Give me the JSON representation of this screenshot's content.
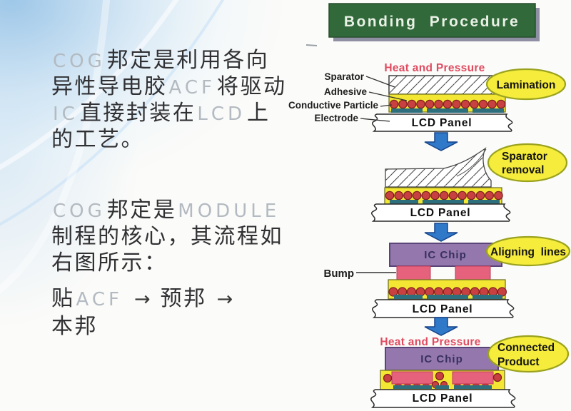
{
  "left_text": {
    "p1": {
      "l1a": "COG",
      "l1b": "邦定是利用各向",
      "l2a": "异性导电胶",
      "l2b": "ACF",
      "l2c": "将驱动",
      "l3a": "IC",
      "l3b": "直接封装在",
      "l3c": "LCD",
      "l3d": "上",
      "l4a": "的工艺。"
    },
    "p2": {
      "l1a": "COG",
      "l1b": "邦定是",
      "l1c": "MODULE",
      "l2a": "制程的核心，其流程如",
      "l3a": "右图所示："
    },
    "p3": {
      "l1a": "贴",
      "l1b": "ACF",
      "l1arrow": "→",
      "l1c": "预邦",
      "l2arrow": "→",
      "l2a": "本邦"
    }
  },
  "diagram": {
    "title": "Bonding Procedure",
    "heat_and_pressure": "Heat and Pressure",
    "lcd_panel": "LCD Panel",
    "ic_chip": "IC Chip",
    "labels": {
      "sparator": "Sparator",
      "adhesive": "Adhesive",
      "conductive_particle": "Conductive Particle",
      "electrode": "Electrode",
      "bump": "Bump"
    },
    "badges": {
      "lamination": "Lamination",
      "sparator_removal_line1": "Sparator",
      "sparator_removal_line2": "removal",
      "aligning_lines": "Aligning  lines",
      "connected_line1": "Connected",
      "connected_line2": "Product"
    }
  },
  "colors": {
    "banner_green": "#31693a",
    "banner_shadow": "#8e8fa3",
    "heat_red": "#e04b60",
    "adhesive_yellow": "#f3e733",
    "particle_red": "#c94040",
    "electrode_teal": "#2d6f7d",
    "chip_purple": "#9478ad",
    "bump_pink": "#e6617c",
    "arrow_blue": "#2f79c8",
    "badge_yellow": "#f5ec3b",
    "latin_gray": "#b3bac1",
    "text_dark": "#313134"
  }
}
